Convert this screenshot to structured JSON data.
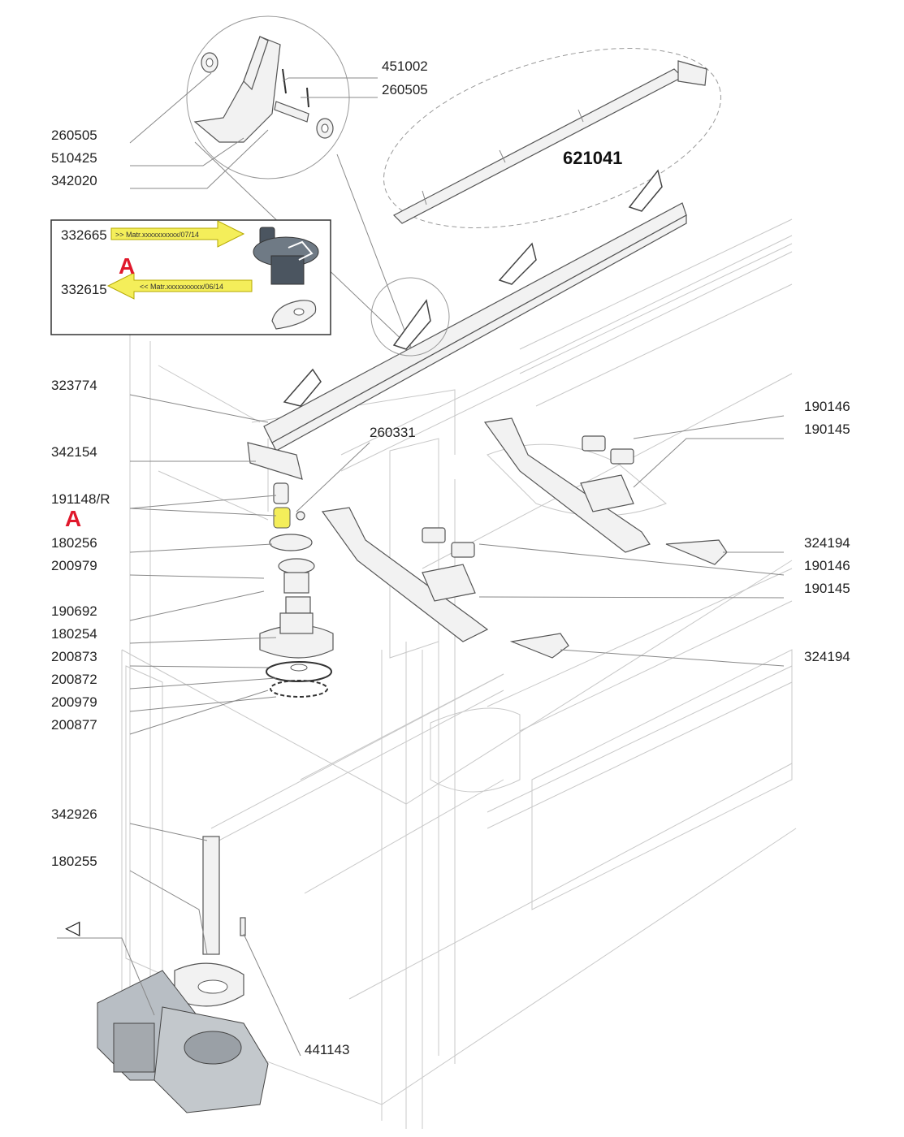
{
  "assembly_number": "621041",
  "part_labels": [
    "451002",
    "260505",
    "260505",
    "510425",
    "342020",
    "332665",
    "332615",
    "323774",
    "342154",
    "260331",
    "191148/R",
    "180256",
    "200979",
    "190692",
    "180254",
    "200873",
    "200872",
    "200979",
    "200877",
    "342926",
    "180255",
    "441143",
    "190146",
    "190145",
    "324194",
    "190146",
    "190145",
    "324194"
  ],
  "variant_marker": "A",
  "inset": {
    "marker": "A",
    "arrow_new": ">> Matr.xxxxxxxxxx/07/14",
    "arrow_old": "<< Matr.xxxxxxxxxx/06/14"
  },
  "motor_symbol": "◁",
  "colors": {
    "highlight_yellow": "#f4ee5a",
    "marker_red": "#e0182b",
    "line_gray": "#888888"
  }
}
